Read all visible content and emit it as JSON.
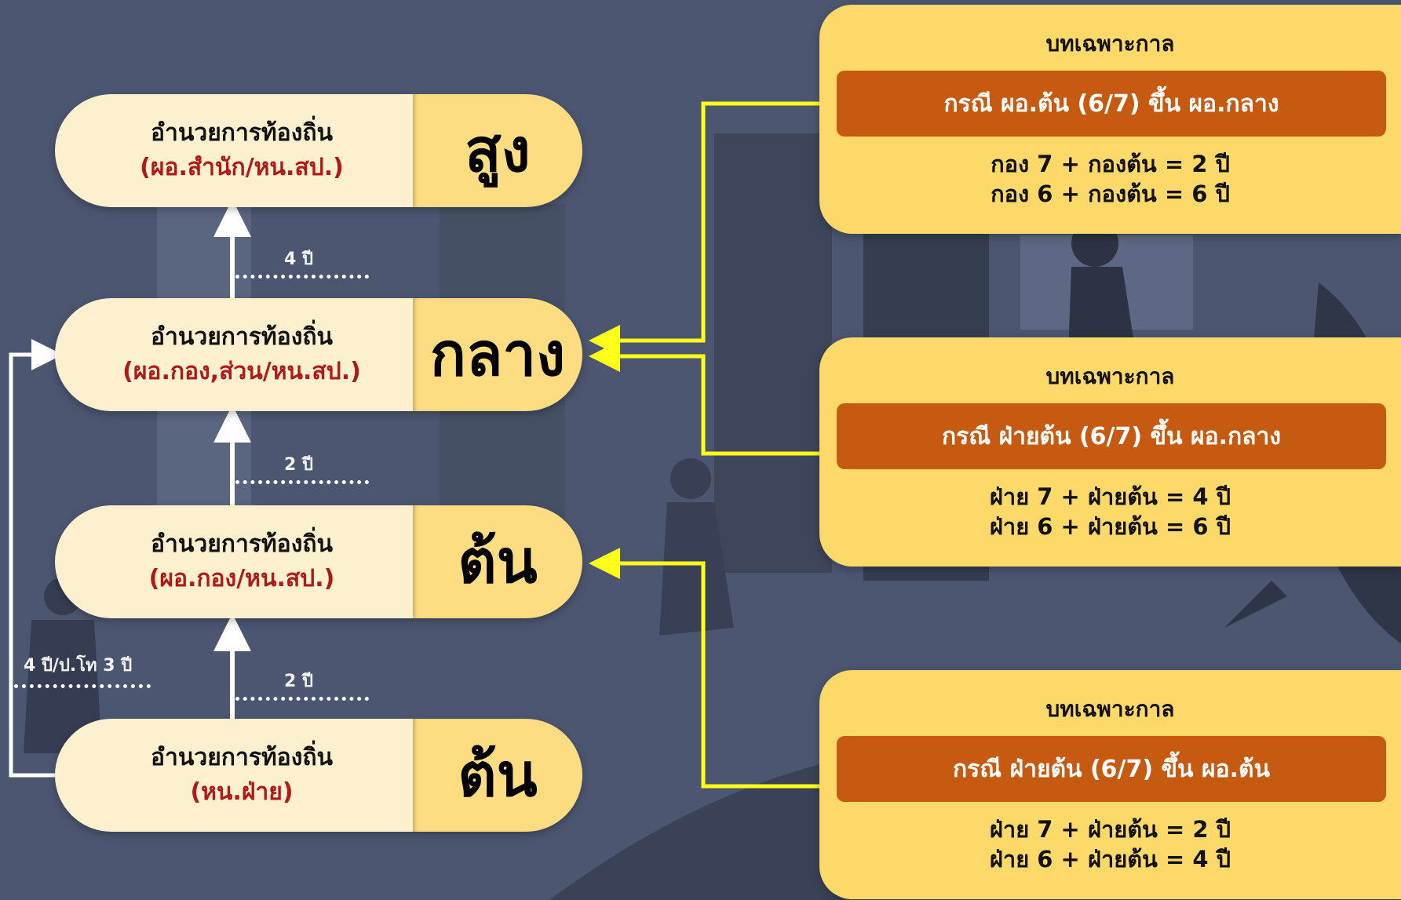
{
  "levels": [
    {
      "title": "อำนวยการท้องถิ่น",
      "subtitle": "(ผอ.สำนัก/หน.สป.)",
      "tier": "สูง"
    },
    {
      "title": "อำนวยการท้องถิ่น",
      "subtitle": "(ผอ.กอง,ส่วน/หน.สป.)",
      "tier": "กลาง"
    },
    {
      "title": "อำนวยการท้องถิ่น",
      "subtitle": "(ผอ.กอง/หน.สป.)",
      "tier": "ต้น"
    },
    {
      "title": "อำนวยการท้องถิ่น",
      "subtitle": "(หน.ฝ่าย)",
      "tier": "ต้น"
    }
  ],
  "durations": {
    "mid_to_high": "4 ปี",
    "low_to_mid": "2 ปี",
    "section_to_low": "2 ปี",
    "section_to_mid": "4 ปี/ป.โท 3 ปี"
  },
  "transitional_cards": [
    {
      "heading": "บทเฉพาะกาล",
      "case": "กรณี ผอ.ต้น (6/7) ขึ้น ผอ.กลาง",
      "lines": [
        "กอง 7 + กองต้น = 2 ปี",
        "กอง 6 + กองต้น = 6 ปี"
      ]
    },
    {
      "heading": "บทเฉพาะกาล",
      "case": "กรณี ฝ่ายต้น (6/7) ขึ้น ผอ.กลาง",
      "lines": [
        "ฝ่าย 7 + ฝ่ายต้น = 4 ปี",
        "ฝ่าย 6 + ฝ่ายต้น = 6 ปี"
      ]
    },
    {
      "heading": "บทเฉพาะกาล",
      "case": "กรณี ฝ่ายต้น (6/7) ขึ้น ผอ.ต้น",
      "lines": [
        "ฝ่าย 7 + ฝ่ายต้น = 2 ปี",
        "ฝ่าย 6 + ฝ่ายต้น = 4 ปี"
      ]
    }
  ],
  "colors": {
    "background": "#4c5670",
    "pill_light": "#fdf0cf",
    "pill_tier": "#fddc82",
    "subtitle_red": "#b01919",
    "card": "#fdd96a",
    "card_band": "#c55a10",
    "connector_yellow": "#ffff1a",
    "arrow_white": "#ffffff"
  }
}
